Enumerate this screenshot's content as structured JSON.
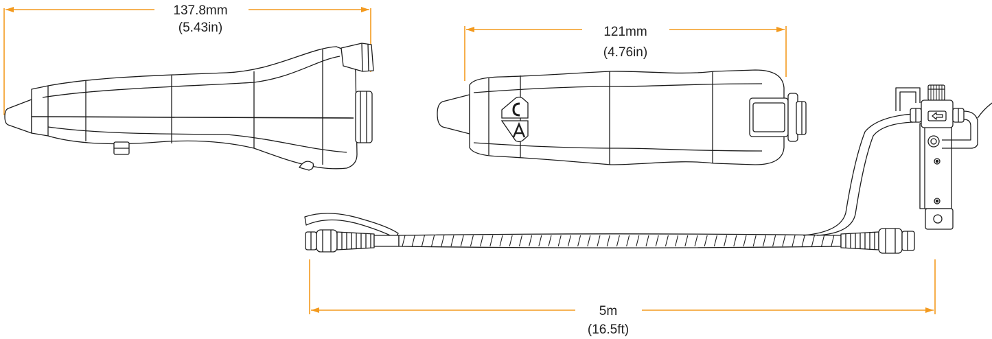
{
  "colors": {
    "dimension": "#f39a1e",
    "outline": "#1c1c1c",
    "background": "#ffffff"
  },
  "dimensions": {
    "side_length_mm": "137.8mm",
    "side_length_in": "(5.43in)",
    "top_length_mm": "121mm",
    "top_length_in": "(4.76in)",
    "cable_length_m": "5m",
    "cable_length_ft": "(16.5ft)"
  },
  "icons": {
    "button_top": "c-letter-icon",
    "button_bottom": "a-letter-icon"
  }
}
